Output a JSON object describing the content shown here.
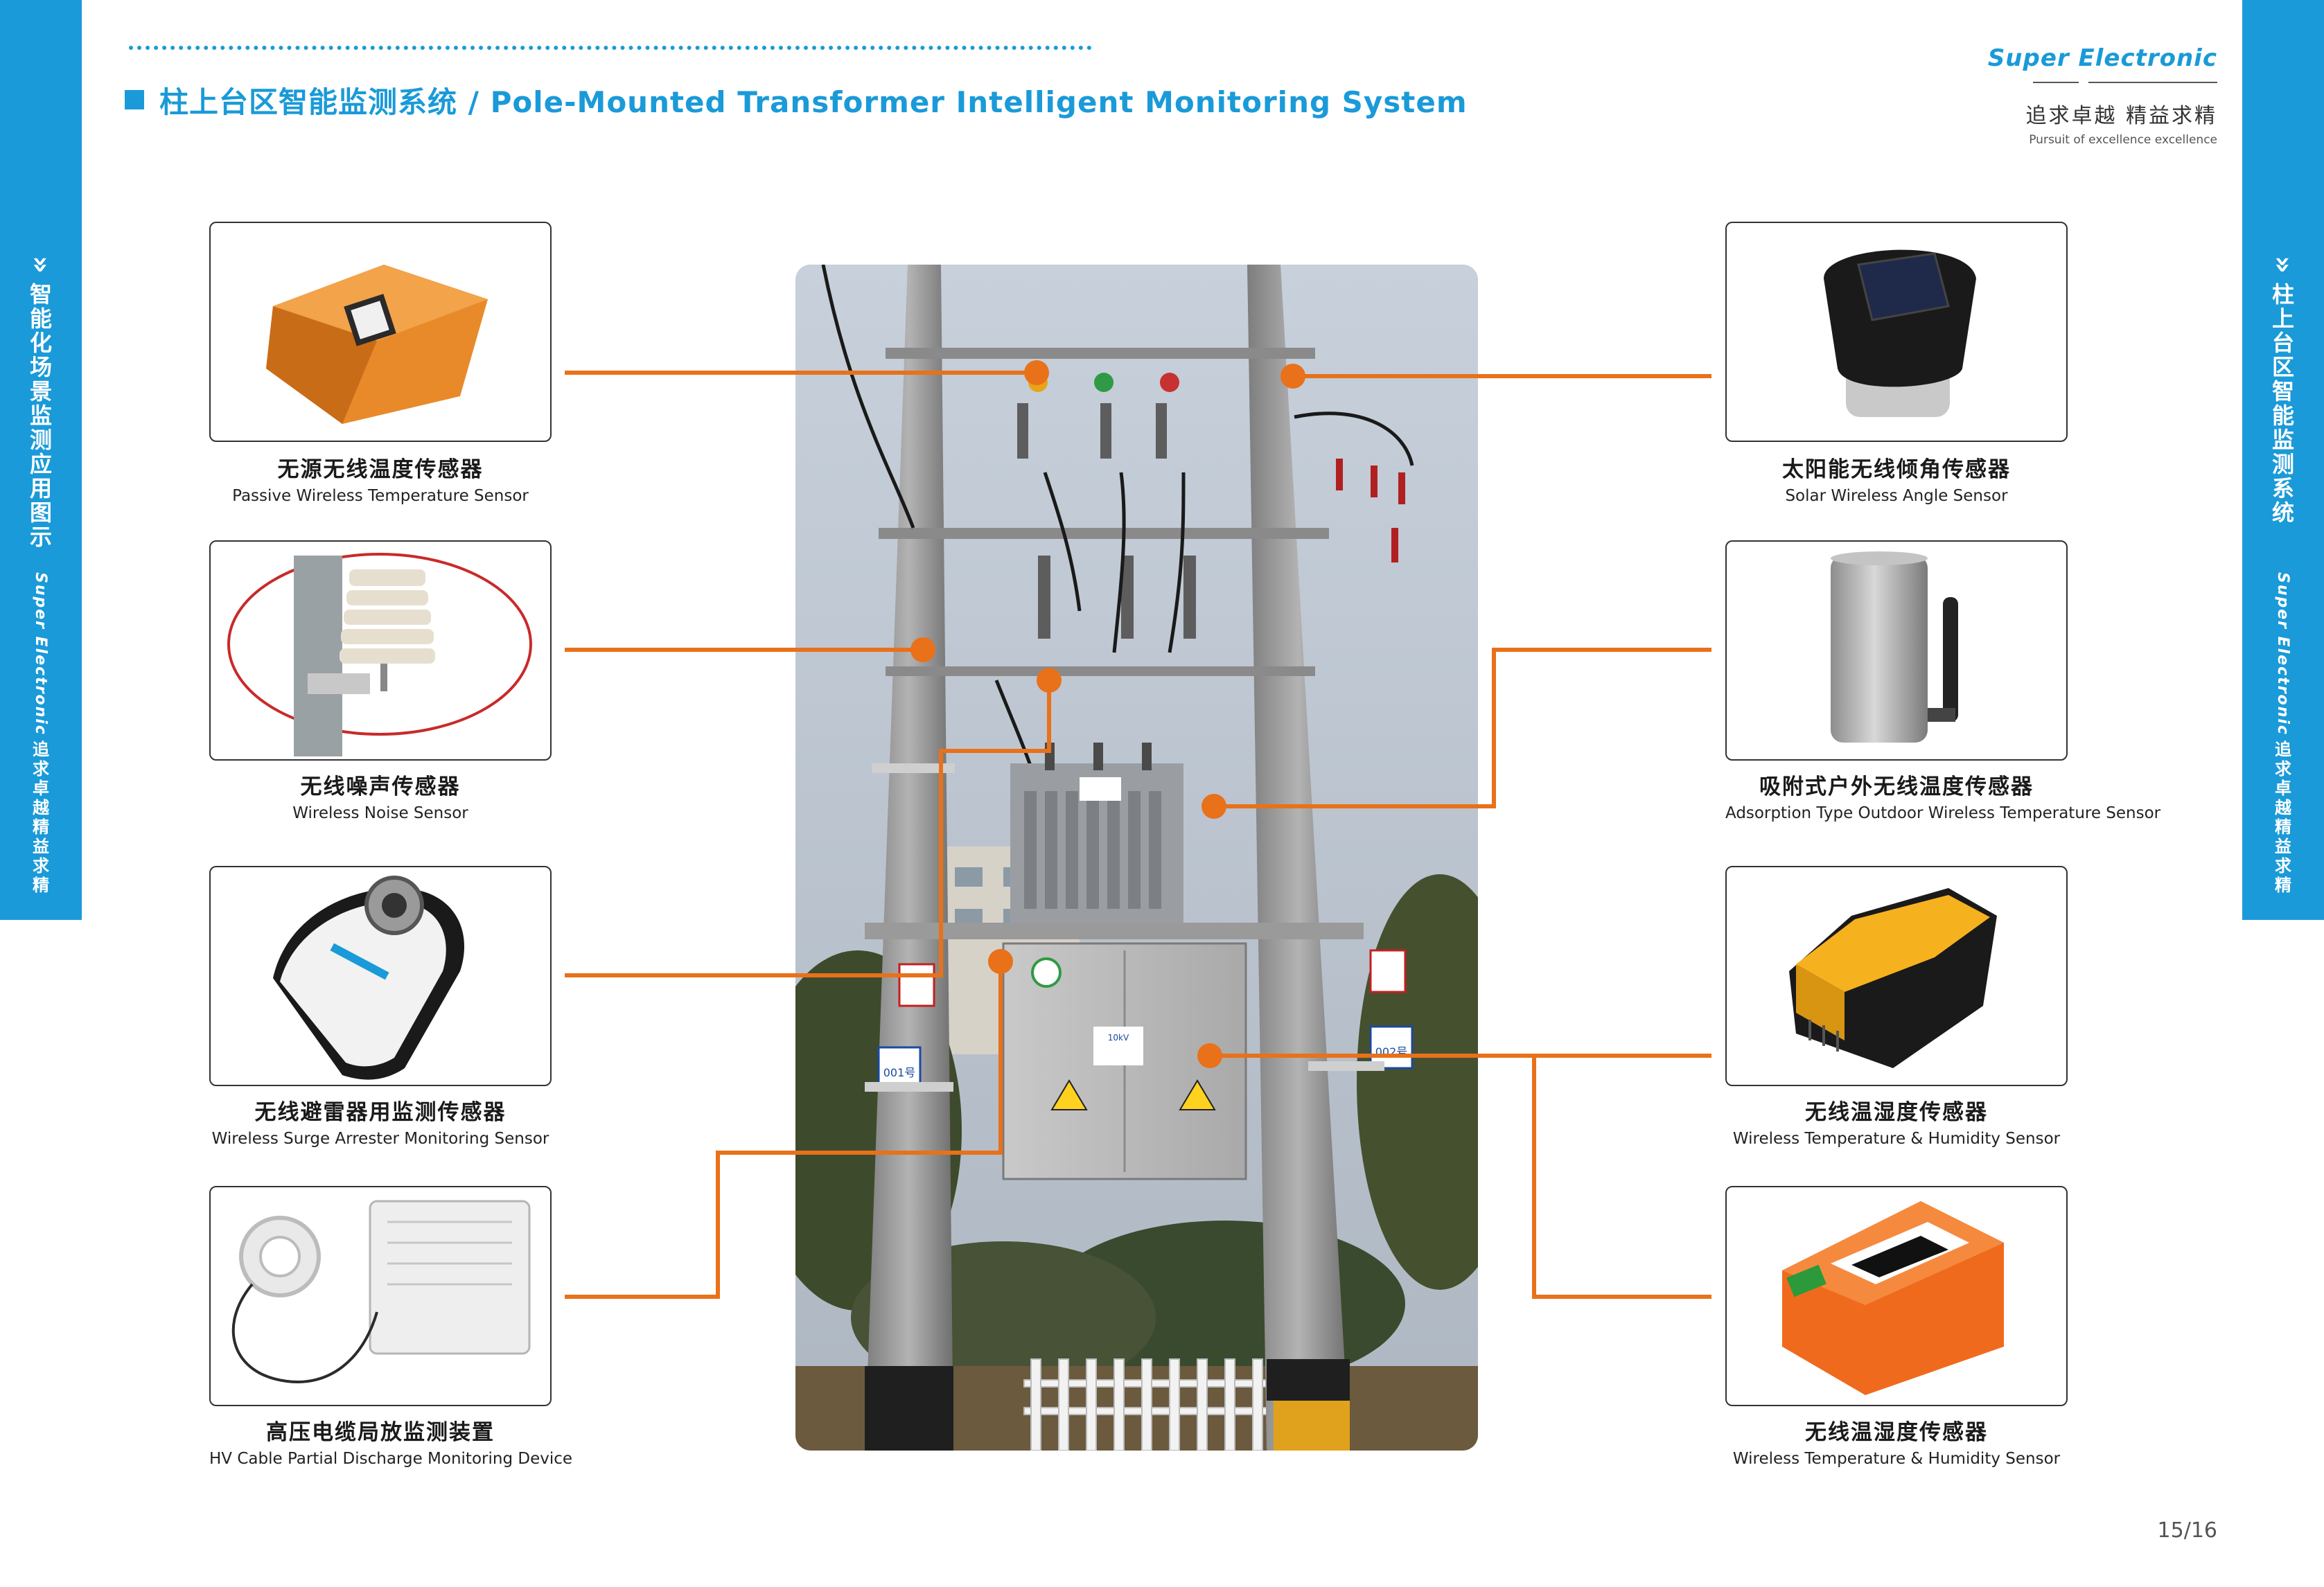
{
  "header": {
    "title": "柱上台区智能监测系统 / Pole-Mounted Transformer Intelligent Monitoring System",
    "brand_name": "Super Electronic",
    "brand_slogan_cn": "追求卓越    精益求精",
    "brand_slogan_en": "Pursuit of excellence excellence"
  },
  "side_left": {
    "chevron": "»",
    "title_cn": "智能化场景监测应用图示",
    "brand_en": "Super Electronic",
    "slogan_cn": "追求卓越 精益求精"
  },
  "side_right": {
    "chevron": "»",
    "title_cn": "柱上台区智能监测系统",
    "brand_en": "Super Electronic",
    "slogan_cn": "追求卓越 精益求精"
  },
  "sensors_left": [
    {
      "cn": "无源无线温度传感器",
      "en": "Passive Wireless Temperature Sensor",
      "icon": "passive-temp-sensor-icon"
    },
    {
      "cn": "无线噪声传感器",
      "en": "Wireless Noise Sensor",
      "icon": "noise-sensor-icon"
    },
    {
      "cn": "无线避雷器用监测传感器",
      "en": "Wireless Surge Arrester Monitoring Sensor",
      "icon": "surge-arrester-sensor-icon"
    },
    {
      "cn": "高压电缆局放监测装置",
      "en": "HV Cable Partial Discharge Monitoring Device",
      "icon": "partial-discharge-device-icon"
    }
  ],
  "sensors_right": [
    {
      "cn": "太阳能无线倾角传感器",
      "en": "Solar Wireless Angle Sensor",
      "icon": "solar-angle-sensor-icon"
    },
    {
      "cn": "吸附式户外无线温度传感器",
      "en": "Adsorption Type Outdoor Wireless Temperature Sensor",
      "icon": "outdoor-temp-sensor-icon"
    },
    {
      "cn": "无线温湿度传感器",
      "en": "Wireless Temperature & Humidity Sensor",
      "icon": "temp-humidity-sensor-icon"
    },
    {
      "cn": "无线温湿度传感器",
      "en": "Wireless Temperature & Humidity Sensor",
      "icon": "temp-humidity-transmitter-icon"
    }
  ],
  "photo": {
    "label_pole_left": "001号",
    "label_pole_right": "002号",
    "label_box": "10kV"
  },
  "colors": {
    "accent_blue": "#1a9ad8",
    "connector_orange": "#e8711a"
  },
  "page_number": "15/16"
}
